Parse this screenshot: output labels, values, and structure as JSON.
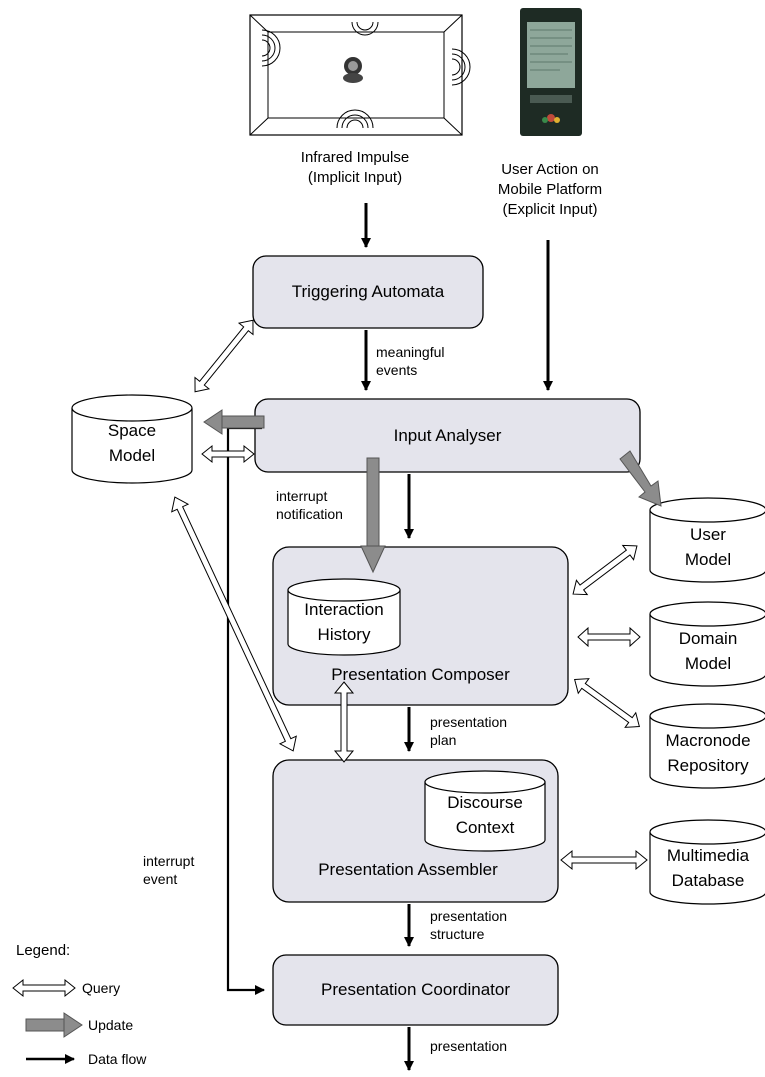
{
  "inputs": {
    "infrared": {
      "line1": "Infrared Impulse",
      "line2": "(Implicit Input)"
    },
    "mobile": {
      "line1": "User Action on",
      "line2": "Mobile Platform",
      "line3": "(Explicit Input)"
    }
  },
  "boxes": {
    "triggering_automata": "Triggering Automata",
    "input_analyser": "Input Analyser",
    "presentation_composer": "Presentation Composer",
    "presentation_assembler": "Presentation Assembler",
    "presentation_coordinator": "Presentation Coordinator"
  },
  "databases": {
    "space_model": {
      "line1": "Space",
      "line2": "Model"
    },
    "user_model": {
      "line1": "User",
      "line2": "Model"
    },
    "domain_model": {
      "line1": "Domain",
      "line2": "Model"
    },
    "macronode_repository": {
      "line1": "Macronode",
      "line2": "Repository"
    },
    "multimedia_database": {
      "line1": "Multimedia",
      "line2": "Database"
    },
    "interaction_history": {
      "line1": "Interaction",
      "line2": "History"
    },
    "discourse_context": {
      "line1": "Discourse",
      "line2": "Context"
    }
  },
  "flows": {
    "meaningful_events": {
      "line1": "meaningful",
      "line2": "events"
    },
    "interrupt_notification": {
      "line1": "interrupt",
      "line2": "notification"
    },
    "presentation_plan": {
      "line1": "presentation",
      "line2": "plan"
    },
    "presentation_structure": {
      "line1": "presentation",
      "line2": "structure"
    },
    "interrupt_event": {
      "line1": "interrupt",
      "line2": "event"
    },
    "presentation": "presentation"
  },
  "legend": {
    "title": "Legend:",
    "query": "Query",
    "update": "Update",
    "data_flow": "Data flow"
  },
  "colors": {
    "box_fill": "#e4e4ec",
    "update_arrow": "#8c8c8c",
    "device_body": "#1e2b24",
    "device_screen": "#8ea79a"
  }
}
